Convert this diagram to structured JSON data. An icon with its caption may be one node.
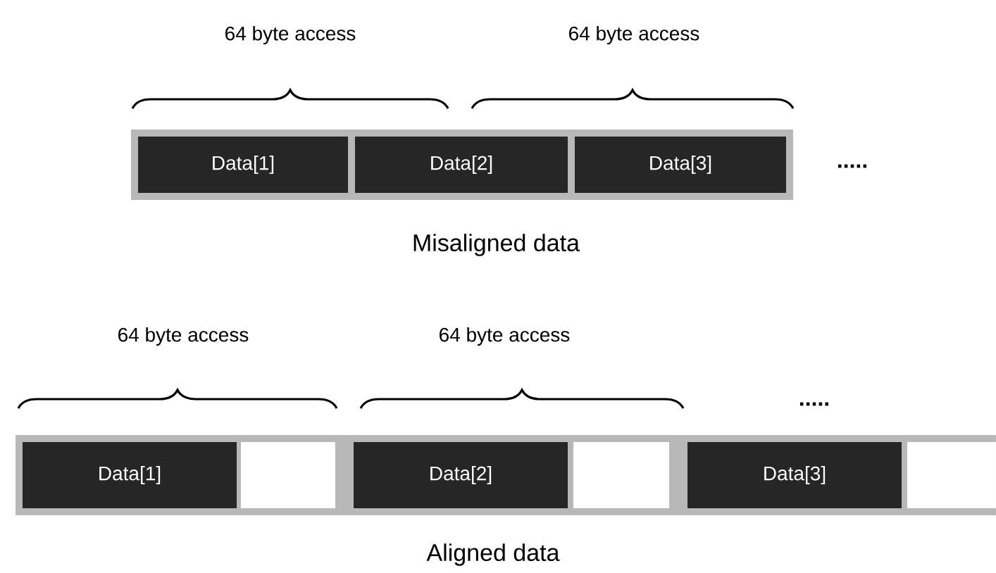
{
  "diagram": {
    "nodes": [
      {
        "text": [
          "Data[1]"
        ]
      },
      {
        "text": [
          "Data[2]"
        ]
      },
      {
        "text": [
          "Data[3]"
        ]
      },
      {
        "text": [
          "Data[1]"
        ]
      },
      {
        "text": [],
        "shape": "box"
      },
      {
        "text": [
          "Data[2]"
        ]
      },
      {
        "text": [],
        "shape": "box"
      },
      {
        "text": [
          "Data[3]"
        ]
      },
      {
        "text": [],
        "shape": "box"
      }
    ],
    "edges": [],
    "labels": [
      "64 byte access",
      "64 byte access",
      ".....",
      "Misaligned data",
      "64 byte access",
      "64 byte access",
      ".....",
      "Aligned data"
    ]
  }
}
